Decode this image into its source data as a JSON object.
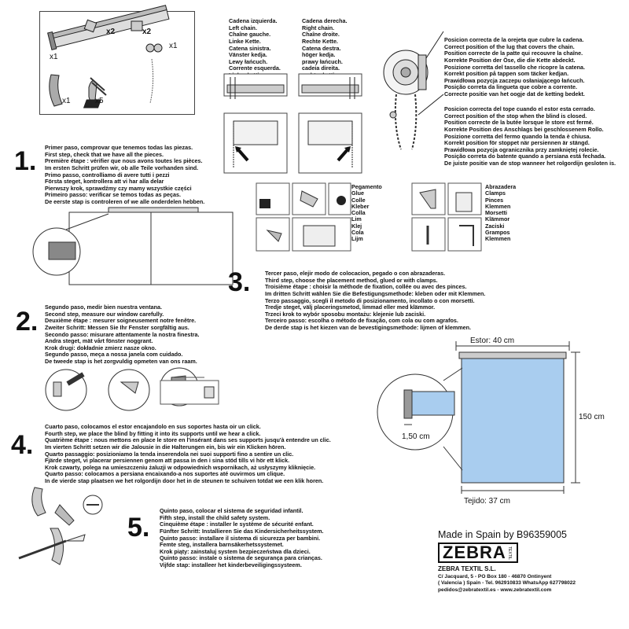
{
  "kit": {
    "counts": [
      "x1",
      "x2",
      "x2",
      "x1",
      "x1",
      "x5"
    ]
  },
  "chain_left": [
    "Cadena izquierda.",
    "Left chain.",
    "Chaîne gauche.",
    "Linke Kette.",
    "Catena sinistra.",
    "Vänster kedja.",
    "Lewy łańcuch.",
    "Corrente esquerda.",
    "Linker ketting."
  ],
  "chain_right": [
    "Cadena derecha.",
    "Right chain.",
    "Chaîne droite.",
    "Rechte Kette.",
    "Catena destra.",
    "höger kedja.",
    "prawy łańcuch.",
    "cadeia direita.",
    "rechter ketting."
  ],
  "lug_position": [
    "Posicion correcta de la orejeta que cubre la cadena.",
    "Correct position of the lug that covers the chain.",
    "Position correcte de la patte qui recouvre la chaîne.",
    "Korrekte Position der Öse, die die Kette abdeckt.",
    "Posizione corretta del tassello che ricopre la catena.",
    "Korrekt position på tappen som täcker kedjan.",
    "Prawidłowa pozycja zaczepu osłaniającego łańcuch.",
    "Posição correta da lingueta que cobre a corrente.",
    "Correcte positie van het oogje dat de ketting bedekt."
  ],
  "stop_position": [
    "Posicion correcta del tope cuando el estor esta cerrado.",
    "Correct position of the stop when the blind is closed.",
    "Position correcte de la butée lorsque le store est fermé.",
    "Korrekte Position des Anschlags bei geschlossenem Rollo.",
    "Posizione corretta del fermo quando la tenda è chiusa.",
    "Korrekt position för stoppet när persiennen är stängd.",
    "Prawidłowa pozycja ogranicznika przy zamkniętej rolecie.",
    "Posição correta do batente quando a persiana está fechada.",
    "De juiste positie van de stop wanneer het rolgordijn gesloten is."
  ],
  "glue_labels": [
    "Pegamento",
    "Glue",
    "Colle",
    "Kleber",
    "Colla",
    "Lim",
    "Klej",
    "Cola",
    "Lijm"
  ],
  "clamp_labels": [
    "Abrazadera",
    "Clamps",
    "Pinces",
    "Klemmen",
    "Morsetti",
    "Klämmor",
    "Zaciski",
    "Grampos",
    "Klemmen"
  ],
  "steps": [
    {
      "num": "1.",
      "lines": [
        "Primer paso, comprovar que tenemos todas las piezas.",
        "First step, check that we have all the pieces.",
        "Première étape : vérifier que nous avons toutes les pièces.",
        "Im ersten Schritt prüfen wir, ob alle Teile vorhanden sind.",
        "Primo passo, controlliamo di avere tutti i pezzi",
        "Första steget, kontrollera att vi har alla delar",
        "Pierwszy krok, sprawdźmy czy mamy wszystkie części",
        "Primeiro passo: verificar se temos todas as peças.",
        "De eerste stap is controleren of we alle onderdelen hebben."
      ]
    },
    {
      "num": "2.",
      "lines": [
        "Segundo paso, medir bien nuestra ventana.",
        "Second step, measure our window carefully.",
        "Deuxième étape : mesurer soigneusement notre fenêtre.",
        "Zweiter Schritt: Messen Sie Ihr Fenster sorgfältig aus.",
        "Secondo passo: misurare attentamente la nostra finestra.",
        "Andra steget, mät vårt fönster noggrant.",
        "Krok drugi: dokładnie zmierz nasze okno.",
        "Segundo passo, meça a nossa janela com cuidado.",
        "De tweede stap is het zorgvuldig opmeten van ons raam."
      ]
    },
    {
      "num": "3.",
      "lines": [
        "Tercer paso, elejir modo de colocacion, pegado o con abrazaderas.",
        "Third step, choose the placement method, glued or with clamps.",
        "Troisième étape : choisir la méthode de fixation, collée ou avec des pinces.",
        "Im dritten Schritt wählen Sie die Befestigungsmethode: kleben oder mit Klemmen.",
        "Terzo passaggio, scegli il metodo di posizionamento, incollato o con morsetti.",
        "Tredje steget, välj placeringsmetod, limmad eller med klämmor.",
        "Trzeci krok to wybór sposobu montażu: klejenie lub zaciski.",
        "Terceiro passo: escolha o método de fixação, com cola ou com agrafos.",
        "De derde stap is het kiezen van de bevestigingsmethode: lijmen of klemmen."
      ]
    },
    {
      "num": "4.",
      "lines": [
        "Cuarto paso, colocamos el estor encajandolo en sus soportes hasta oir un click.",
        "Fourth step, we place the blind by fitting it into its supports until we hear a click.",
        "Quatrième étape : nous mettons en place le store en l'insérant dans ses supports jusqu'à entendre un clic.",
        "Im vierten Schritt setzen wir die Jalousie in die Halterungen ein, bis wir ein Klicken hören.",
        "Quarto passaggio: posizioniamo la tenda inserendola nei suoi supporti fino a sentire un clic.",
        "Fjärde steget, vi placerar persiennen genom att passa in den i sina stöd tills vi hör ett klick.",
        "Krok czwarty, polega na umieszczeniu żaluzji w odpowiednich wspornikach, aż usłyszymy kliknięcie.",
        "Quarto passo: colocamos a persiana encaixando-a nos suportes até ouvirmos um clique.",
        "In de vierde stap plaatsen we het rolgordijn door het in de steunen te schuiven totdat we een klik horen."
      ]
    },
    {
      "num": "5.",
      "lines": [
        "Quinto paso, colocar el sistema de seguridad infantil.",
        "Fifth step, install the child safety system.",
        "Cinquième étape : installer le système de sécurité enfant.",
        "Fünfter Schritt: Installieren Sie das Kindersicherheitssystem.",
        "Quinto passo: installare il sistema di sicurezza per bambini.",
        "Femte steg, installera barnsäkerhetssystemet.",
        "Krok piąty: zainstaluj system bezpieczeństwa dla dzieci.",
        "Quinto passo: instale o sistema de segurança para crianças.",
        "Vijfde stap: installeer het kinderbeveiligingssysteem."
      ]
    }
  ],
  "dims": {
    "estor": "Estor:   40 cm",
    "tejido": "Tejido:    37 cm",
    "height": "150 cm",
    "offset": "1,50 cm"
  },
  "footer": {
    "made_in": "Made in Spain by B96359005",
    "brand": "ZEBRA",
    "brand_small": "TEXTIL",
    "company": "ZEBRA TEXTIL S.L.",
    "addr1": "C/ Jacquard, 5 - PO Box 180 - 46870 Ontinyent",
    "addr2": "( Valencia ) Spain - Tel. 962910833  WhatsApp 627798022",
    "addr3": "pedidos@zebratextil.es - www.zebratextil.com"
  },
  "colors": {
    "fabric": "#a9cdef",
    "fabric_border": "#4a7fb5"
  }
}
